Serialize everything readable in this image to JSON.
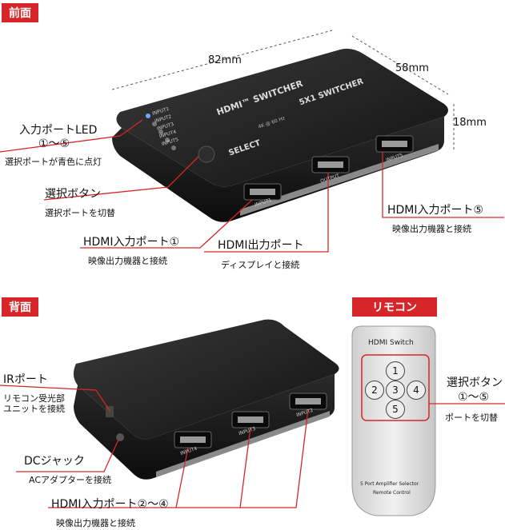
{
  "sections": {
    "front": "前面",
    "back": "背面",
    "remote": "リモコン"
  },
  "dimensions": {
    "width": "82mm",
    "depth": "58mm",
    "height": "18mm"
  },
  "front": {
    "input_led": {
      "title": "入力ポートLED",
      "range": "①～⑤",
      "desc": "選択ポートが青色に点灯"
    },
    "select_button": {
      "title": "選択ボタン",
      "desc": "選択ポートを切替"
    },
    "hdmi_in1": {
      "title": "HDMI入力ポート①",
      "desc": "映像出力機器と接続"
    },
    "hdmi_out": {
      "title": "HDMI出力ポート",
      "desc": "ディスプレイと接続"
    },
    "hdmi_in5": {
      "title": "HDMI入力ポート⑤",
      "desc": "映像出力機器と接続"
    },
    "device": {
      "brand": "HDMI™ SWITCHER",
      "model": "5X1 SWITCHER",
      "select": "SELECT",
      "res": "4K @ 60 Hz",
      "leds": [
        "INPUT1",
        "INPUT2",
        "INPUT3",
        "INPUT4",
        "INPUT5"
      ],
      "port_in1": "INPUT1",
      "port_out": "OUTPUT",
      "port_in5": "INPUT5"
    }
  },
  "back": {
    "ir_port": {
      "title": "IRポート",
      "desc1": "リモコン受光部",
      "desc2": "ユニットを接続"
    },
    "dc_jack": {
      "title": "DCジャック",
      "desc": "ACアダプターを接続"
    },
    "hdmi_in24": {
      "title": "HDMI入力ポート②～④",
      "desc": "映像出力機器と接続"
    },
    "device": {
      "port_a": "INPUT4",
      "port_b": "INPUT3",
      "port_c": "INPUT2"
    }
  },
  "remote": {
    "header": "HDMI Switch",
    "buttons": [
      "1",
      "2",
      "3",
      "4",
      "5"
    ],
    "footer1": "5 Port Amplifier Selector",
    "footer2": "Remote Control",
    "callout": {
      "title": "選択ボタン",
      "range": "①～⑤",
      "desc": "ポートを切替"
    }
  },
  "colors": {
    "accent": "#d6262a",
    "device": "#1e1e1e"
  }
}
